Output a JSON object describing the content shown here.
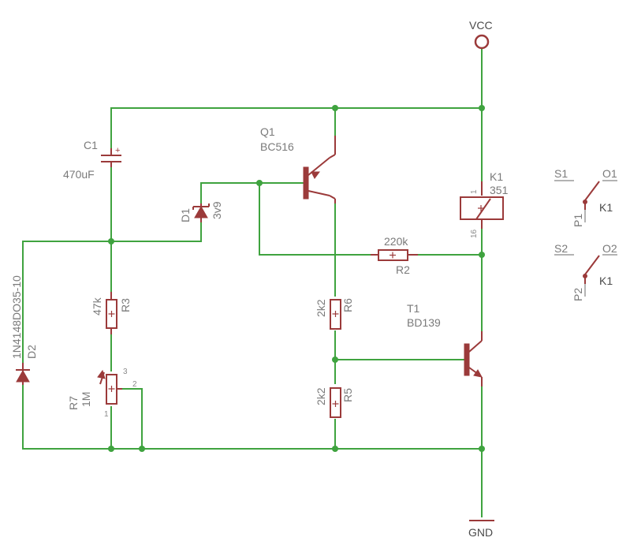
{
  "power": {
    "vcc": "VCC",
    "gnd": "GND"
  },
  "components": {
    "C1": {
      "name": "C1",
      "value": "470uF"
    },
    "Q1": {
      "name": "Q1",
      "value": "BC516"
    },
    "D1": {
      "name": "D1",
      "value": "3v9"
    },
    "D2": {
      "name": "D2",
      "value": "1N4148DO35-10"
    },
    "R3": {
      "name": "R3",
      "value": "47k"
    },
    "R7": {
      "name": "R7",
      "value": "1M",
      "pins": [
        "1",
        "2",
        "3"
      ]
    },
    "R6": {
      "name": "R6",
      "value": "2k2"
    },
    "R5": {
      "name": "R5",
      "value": "2k2"
    },
    "R2": {
      "name": "R2",
      "value": "220k"
    },
    "K1": {
      "name": "K1",
      "value": "351",
      "pins": [
        "1",
        "16"
      ]
    },
    "T1": {
      "name": "T1",
      "value": "BD139"
    }
  },
  "relay_contacts": [
    {
      "common": "P1",
      "in": "S1",
      "out": "O1",
      "label": "K1"
    },
    {
      "common": "P2",
      "in": "S2",
      "out": "O2",
      "label": "K1"
    }
  ],
  "colors": {
    "wire": "#3fa33f",
    "part": "#9b3a3a",
    "text": "#7a7a7a"
  }
}
